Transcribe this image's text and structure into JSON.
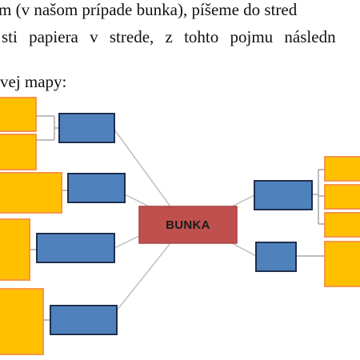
{
  "text": {
    "line1": "m (v našom prípade bunka), píšeme do stred",
    "line2": "sti  papiera  v strede,  z tohto  pojmu  následn",
    "line3": "vej mapy:"
  },
  "mindmap": {
    "center_label": "BUNKA",
    "colors": {
      "center_fill": "#c0504d",
      "center_border": "#a94442",
      "blue_fill": "#4f81bd",
      "blue_border": "#1f2f4f",
      "yellow_fill": "#ffc000",
      "yellow_border": "#f79646",
      "line": "#bfbfbf",
      "bracket": "#a6a6a6"
    }
  }
}
